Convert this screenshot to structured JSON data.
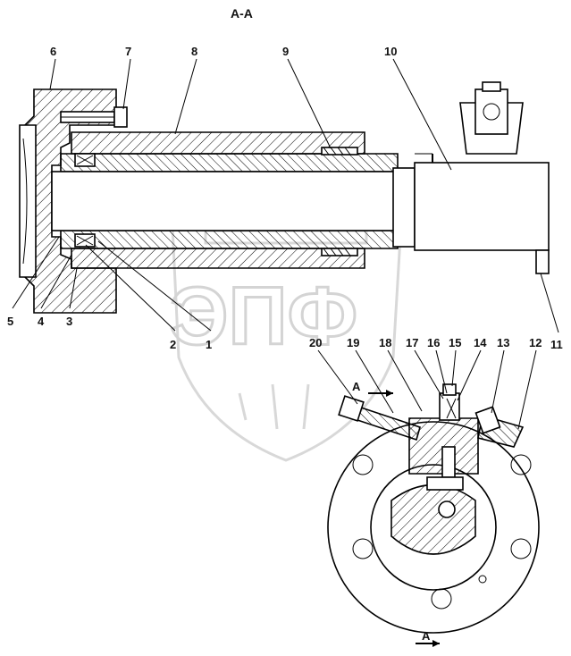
{
  "section_title": "А-А",
  "section_marker": "А",
  "watermark_text": "ЭПФ",
  "callouts": [
    "1",
    "2",
    "3",
    "4",
    "5",
    "6",
    "7",
    "8",
    "9",
    "10",
    "11",
    "12",
    "13",
    "14",
    "15",
    "16",
    "17",
    "18",
    "19",
    "20"
  ]
}
